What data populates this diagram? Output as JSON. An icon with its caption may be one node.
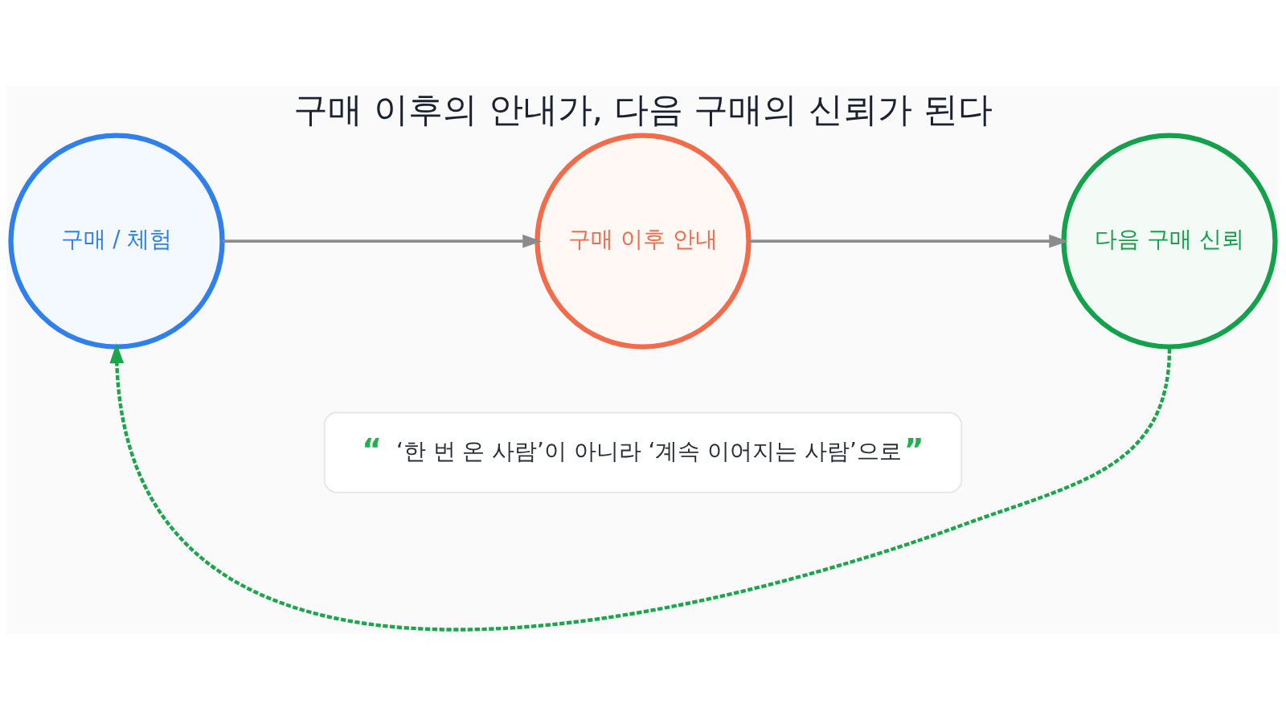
{
  "diagram": {
    "title": "구매 이후의 안내가, 다음 구매의 신뢰가 된다",
    "nodes": [
      {
        "text": [
          "구매 / 체험"
        ]
      },
      {
        "text": [
          "구매 이후 안내"
        ]
      },
      {
        "text": [
          "다음 구매 신뢰"
        ]
      },
      {
        "text": [
          "“",
          "‘한 번 온 사람’이 아니라 ‘계속 이어지는 사람’으로",
          "”"
        ]
      }
    ],
    "edges": [
      {
        "from": 0,
        "to": 1,
        "arrow": "to"
      },
      {
        "from": 1,
        "to": 2,
        "arrow": "to"
      },
      {
        "from": 2,
        "to": 0,
        "arrow": "to",
        "style": "dashed",
        "color": "#1aa64a"
      }
    ]
  }
}
